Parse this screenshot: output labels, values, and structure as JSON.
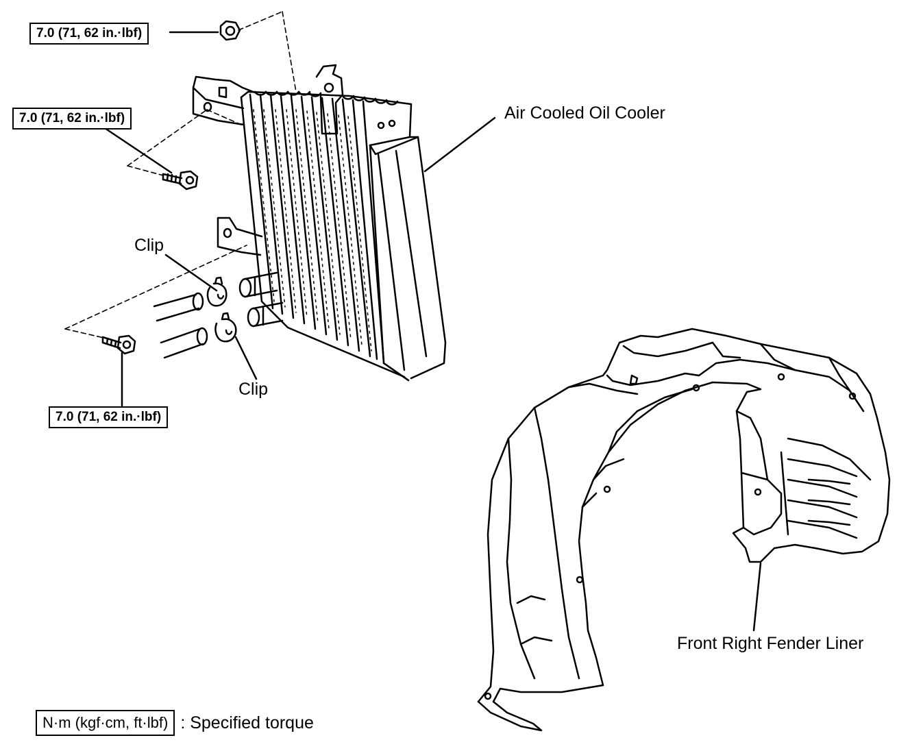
{
  "torque_labels": {
    "top_nut": "7.0 (71, 62 in.·lbf)",
    "upper_bolt": "7.0 (71, 62 in.·lbf)",
    "lower_bolt": "7.0 (71, 62 in.·lbf)"
  },
  "part_labels": {
    "oil_cooler": "Air Cooled Oil Cooler",
    "clip_upper": "Clip",
    "clip_lower": "Clip",
    "fender_liner": "Front Right Fender Liner"
  },
  "legend": {
    "unit_box": "N·m (kgf·cm, ft·lbf)",
    "description": ": Specified torque"
  }
}
